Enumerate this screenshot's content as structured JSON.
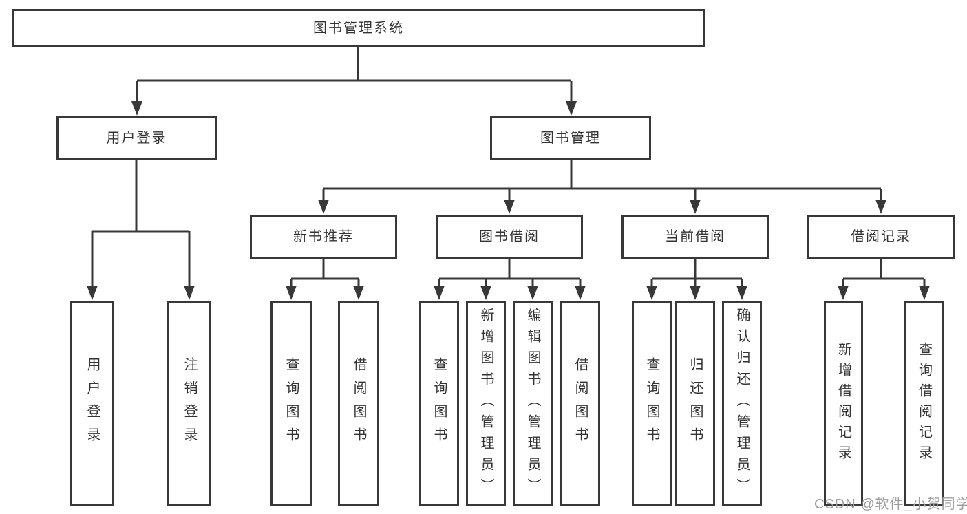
{
  "tree": {
    "label": "图书管理系统",
    "children": [
      {
        "label": "用户登录",
        "children": [
          {
            "label": "用户登录"
          },
          {
            "label": "注销登录"
          }
        ]
      },
      {
        "label": "图书管理",
        "children": [
          {
            "label": "新书推荐",
            "children": [
              {
                "label": "查询图书"
              },
              {
                "label": "借阅图书"
              }
            ]
          },
          {
            "label": "图书借阅",
            "children": [
              {
                "label": "查询图书"
              },
              {
                "label": "新增图书（管理员）"
              },
              {
                "label": "编辑图书（管理员）"
              },
              {
                "label": "借阅图书"
              }
            ]
          },
          {
            "label": "当前借阅",
            "children": [
              {
                "label": "查询图书"
              },
              {
                "label": "归还图书"
              },
              {
                "label": "确认归还（管理员）"
              }
            ]
          },
          {
            "label": "借阅记录",
            "children": [
              {
                "label": "新增借阅记录"
              },
              {
                "label": "查询借阅记录"
              }
            ]
          }
        ]
      }
    ]
  },
  "watermark": {
    "text": "CSDN @软件_小贺同学"
  },
  "colors": {
    "line": "#383838",
    "text": "#333333",
    "background": "#ffffff",
    "watermark": "#9e9e9e"
  }
}
